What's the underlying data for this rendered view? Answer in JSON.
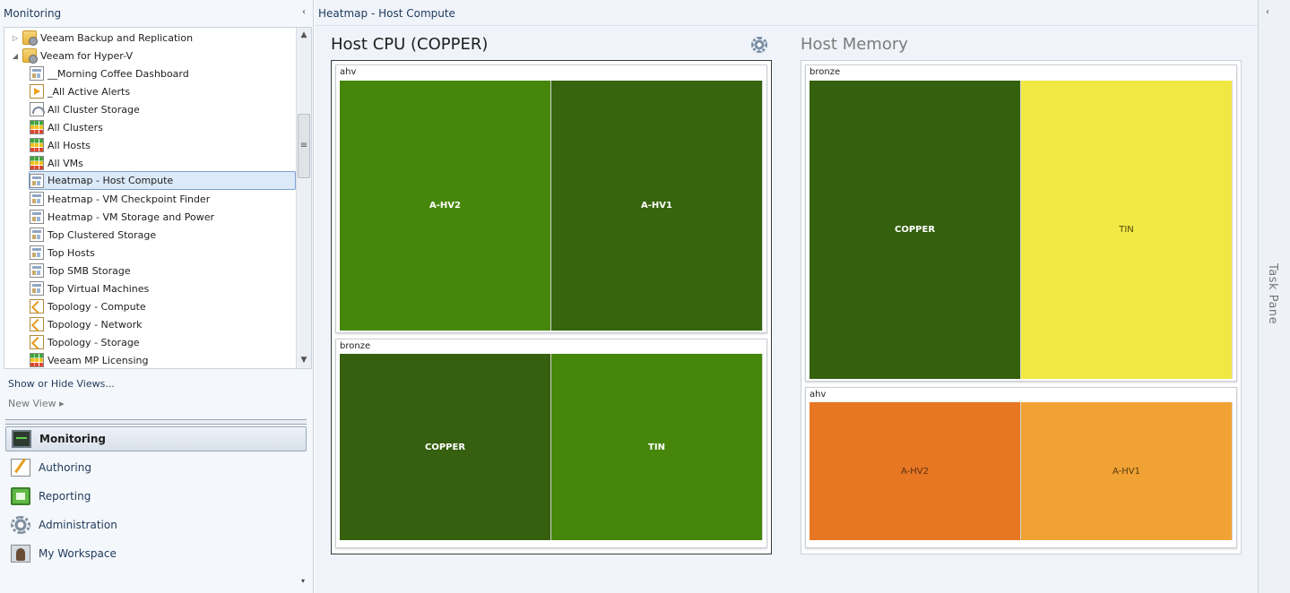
{
  "nav": {
    "header": "Monitoring",
    "collapse_glyph": "‹",
    "tree": [
      {
        "label": "Veeam Backup and Replication",
        "icon": "folder-icon",
        "level": 1,
        "expander": "▷"
      },
      {
        "label": "Veeam for Hyper-V",
        "icon": "folder-icon",
        "level": 1,
        "expander": "◢"
      },
      {
        "label": "__Morning Coffee Dashboard",
        "icon": "dashboard-icon",
        "level": 2
      },
      {
        "label": "_All Active Alerts",
        "icon": "alert-view-icon",
        "level": 2
      },
      {
        "label": "All Cluster Storage",
        "icon": "performance-view-icon",
        "level": 2
      },
      {
        "label": "All Clusters",
        "icon": "state-view-icon",
        "level": 2
      },
      {
        "label": "All Hosts",
        "icon": "state-view-icon",
        "level": 2
      },
      {
        "label": "All VMs",
        "icon": "state-view-icon",
        "level": 2
      },
      {
        "label": "Heatmap - Host Compute",
        "icon": "dashboard-icon",
        "level": 2,
        "selected": true
      },
      {
        "label": "Heatmap - VM Checkpoint Finder",
        "icon": "dashboard-icon",
        "level": 2
      },
      {
        "label": "Heatmap - VM Storage and Power",
        "icon": "dashboard-icon",
        "level": 2
      },
      {
        "label": "Top Clustered Storage",
        "icon": "dashboard-icon",
        "level": 2
      },
      {
        "label": "Top Hosts",
        "icon": "dashboard-icon",
        "level": 2
      },
      {
        "label": "Top SMB Storage",
        "icon": "dashboard-icon",
        "level": 2
      },
      {
        "label": "Top Virtual Machines",
        "icon": "dashboard-icon",
        "level": 2
      },
      {
        "label": "Topology - Compute",
        "icon": "topology-icon",
        "level": 2
      },
      {
        "label": "Topology - Network",
        "icon": "topology-icon",
        "level": 2
      },
      {
        "label": "Topology - Storage",
        "icon": "topology-icon",
        "level": 2
      },
      {
        "label": "Veeam MP Licensing",
        "icon": "state-view-icon",
        "level": 2
      }
    ],
    "show_hide_views": "Show or Hide Views...",
    "new_view": "New View ▸",
    "wunderbar": [
      {
        "label": "Monitoring",
        "icon": "monitoring-icon",
        "active": true
      },
      {
        "label": "Authoring",
        "icon": "authoring-icon"
      },
      {
        "label": "Reporting",
        "icon": "reporting-icon"
      },
      {
        "label": "Administration",
        "icon": "administration-icon"
      },
      {
        "label": "My Workspace",
        "icon": "my-workspace-icon"
      }
    ],
    "configure_glyph": "▾"
  },
  "main": {
    "title": "Heatmap - Host Compute",
    "cpu": {
      "title": "Host CPU (COPPER)",
      "settings_icon": "gear-icon",
      "groups": [
        {
          "label": "ahv",
          "cells": [
            {
              "label": "A-HV2",
              "color": "#46870b"
            },
            {
              "label": "A-HV1",
              "color": "#36650e"
            }
          ]
        },
        {
          "label": "bronze",
          "cells": [
            {
              "label": "COPPER",
              "color": "#36600f"
            },
            {
              "label": "TIN",
              "color": "#46870b"
            }
          ]
        }
      ]
    },
    "memory": {
      "title": "Host Memory",
      "groups": [
        {
          "label": "bronze",
          "cells": [
            {
              "label": "COPPER",
              "color": "#35600e"
            },
            {
              "label": "TIN",
              "color": "#f2e843"
            }
          ]
        },
        {
          "label": "ahv",
          "cells": [
            {
              "label": "A-HV2",
              "color": "#e87724"
            },
            {
              "label": "A-HV1",
              "color": "#f0a334"
            }
          ]
        }
      ]
    }
  },
  "task_pane": {
    "label": "Task Pane",
    "collapse_glyph": "‹"
  }
}
